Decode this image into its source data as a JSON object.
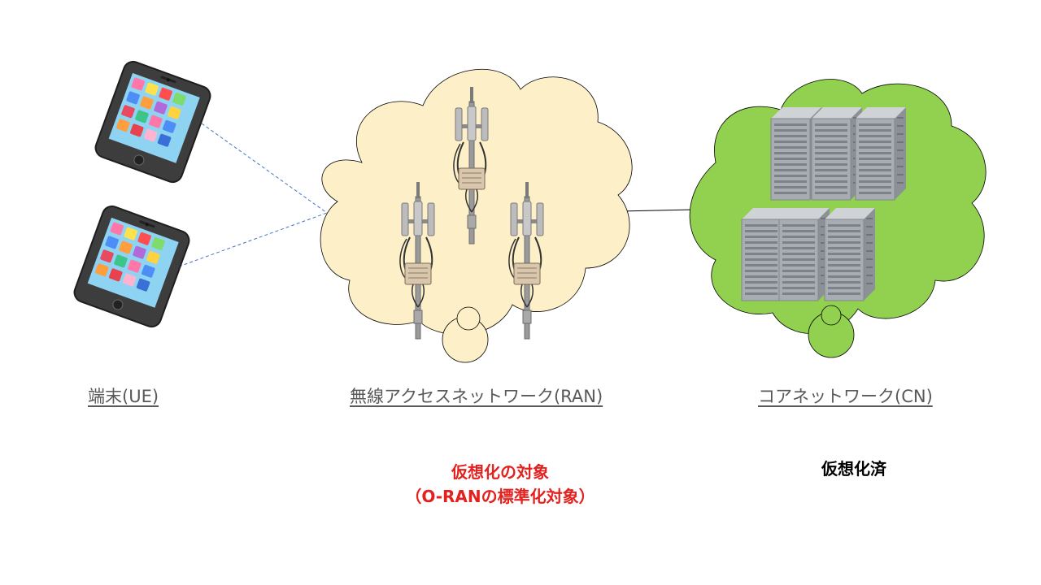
{
  "labels": {
    "ue": "端末(UE)",
    "ran": "無線アクセスネットワーク(RAN)",
    "cn": "コアネットワーク(CN)"
  },
  "notes": {
    "ran_line1": "仮想化の対象",
    "ran_line2": "（O-RANの標準化対象）",
    "cn": "仮想化済"
  },
  "colors": {
    "ran_cloud": "#fdefc8",
    "cn_cloud": "#92d050",
    "ran_note": "#e3211f",
    "cn_note": "#000000",
    "link_dashed": "#4472c4",
    "link_solid": "#000000"
  },
  "icons": {
    "ue": "smartphone-icon",
    "ran": "cell-antenna-icon",
    "cn": "server-rack-icon"
  }
}
